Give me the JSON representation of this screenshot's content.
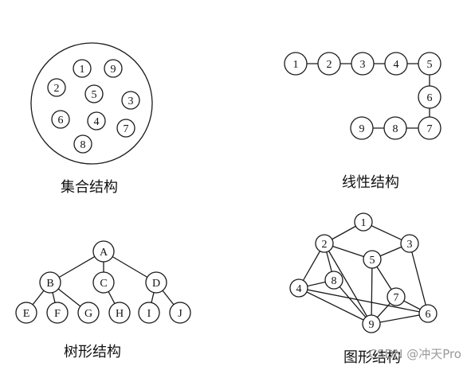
{
  "colors": {
    "stroke": "#1a1a1a",
    "background": "#ffffff",
    "watermark": "#9a9a9a"
  },
  "panels": {
    "set": {
      "caption": "集合结构",
      "nodes": [
        {
          "id": "s1",
          "label": "1"
        },
        {
          "id": "s9",
          "label": "9"
        },
        {
          "id": "s2",
          "label": "2"
        },
        {
          "id": "s5",
          "label": "5"
        },
        {
          "id": "s3",
          "label": "3"
        },
        {
          "id": "s6",
          "label": "6"
        },
        {
          "id": "s4",
          "label": "4"
        },
        {
          "id": "s7",
          "label": "7"
        },
        {
          "id": "s8",
          "label": "8"
        }
      ],
      "edges": []
    },
    "linear": {
      "caption": "线性结构",
      "nodes": [
        {
          "id": "l1",
          "label": "1"
        },
        {
          "id": "l2",
          "label": "2"
        },
        {
          "id": "l3",
          "label": "3"
        },
        {
          "id": "l4",
          "label": "4"
        },
        {
          "id": "l5",
          "label": "5"
        },
        {
          "id": "l6",
          "label": "6"
        },
        {
          "id": "l7",
          "label": "7"
        },
        {
          "id": "l8",
          "label": "8"
        },
        {
          "id": "l9",
          "label": "9"
        }
      ],
      "edges": [
        [
          "l1",
          "l2"
        ],
        [
          "l2",
          "l3"
        ],
        [
          "l3",
          "l4"
        ],
        [
          "l4",
          "l5"
        ],
        [
          "l5",
          "l6"
        ],
        [
          "l6",
          "l7"
        ],
        [
          "l7",
          "l8"
        ],
        [
          "l8",
          "l9"
        ]
      ]
    },
    "tree": {
      "caption": "树形结构",
      "nodes": [
        {
          "id": "tA",
          "label": "A"
        },
        {
          "id": "tB",
          "label": "B"
        },
        {
          "id": "tC",
          "label": "C"
        },
        {
          "id": "tD",
          "label": "D"
        },
        {
          "id": "tE",
          "label": "E"
        },
        {
          "id": "tF",
          "label": "F"
        },
        {
          "id": "tG",
          "label": "G"
        },
        {
          "id": "tH",
          "label": "H"
        },
        {
          "id": "tI",
          "label": "I"
        },
        {
          "id": "tJ",
          "label": "J"
        }
      ],
      "edges": [
        [
          "tA",
          "tB"
        ],
        [
          "tA",
          "tC"
        ],
        [
          "tA",
          "tD"
        ],
        [
          "tB",
          "tE"
        ],
        [
          "tB",
          "tF"
        ],
        [
          "tB",
          "tG"
        ],
        [
          "tC",
          "tH"
        ],
        [
          "tD",
          "tI"
        ],
        [
          "tD",
          "tJ"
        ]
      ]
    },
    "graph": {
      "caption": "图形结构",
      "nodes": [
        {
          "id": "g1",
          "label": "1"
        },
        {
          "id": "g2",
          "label": "2"
        },
        {
          "id": "g3",
          "label": "3"
        },
        {
          "id": "g4",
          "label": "4"
        },
        {
          "id": "g5",
          "label": "5"
        },
        {
          "id": "g6",
          "label": "6"
        },
        {
          "id": "g7",
          "label": "7"
        },
        {
          "id": "g8",
          "label": "8"
        },
        {
          "id": "g9",
          "label": "9"
        }
      ],
      "edges": [
        [
          "g1",
          "g2"
        ],
        [
          "g1",
          "g3"
        ],
        [
          "g2",
          "g5"
        ],
        [
          "g2",
          "g4"
        ],
        [
          "g2",
          "g8"
        ],
        [
          "g2",
          "g9"
        ],
        [
          "g3",
          "g5"
        ],
        [
          "g3",
          "g6"
        ],
        [
          "g4",
          "g8"
        ],
        [
          "g4",
          "g9"
        ],
        [
          "g4",
          "g6"
        ],
        [
          "g8",
          "g9"
        ],
        [
          "g5",
          "g7"
        ],
        [
          "g5",
          "g9"
        ],
        [
          "g7",
          "g9"
        ],
        [
          "g7",
          "g6"
        ],
        [
          "g9",
          "g6"
        ]
      ]
    }
  },
  "watermark": "CSDN @冲天Pro"
}
